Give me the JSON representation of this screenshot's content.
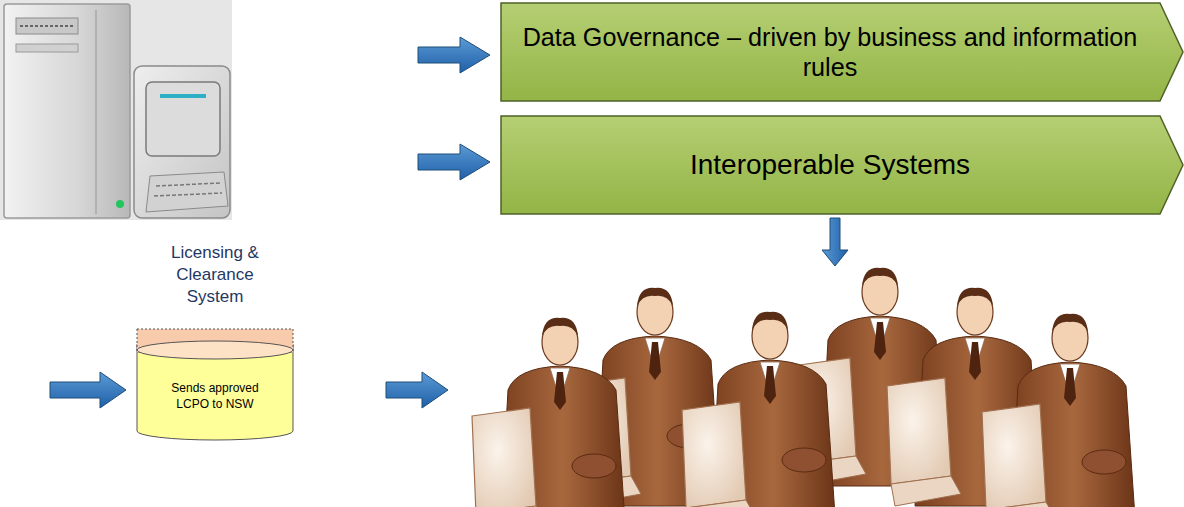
{
  "diagram": {
    "nodes": [
      {
        "text": [
          "Data Governance – driven by business and information rules"
        ]
      },
      {
        "text": [
          "Interoperable Systems"
        ]
      },
      {
        "text": [
          "Licensing & Clearance System",
          "Sends approved LCPO to NSW"
        ]
      }
    ]
  }
}
